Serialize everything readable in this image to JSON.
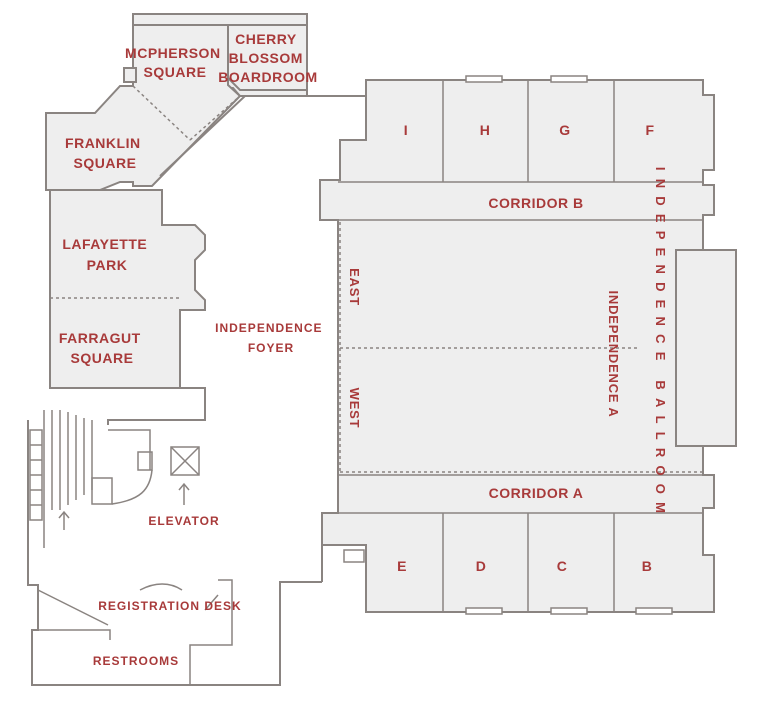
{
  "rooms": {
    "mcpherson": [
      "MCPHERSON",
      "SQUARE"
    ],
    "cherry": [
      "CHERRY",
      "BLOSSOM",
      "BOARDROOM"
    ],
    "franklin": [
      "FRANKLIN",
      "SQUARE"
    ],
    "lafayette": [
      "LAFAYETTE",
      "PARK"
    ],
    "farragut": [
      "FARRAGUT",
      "SQUARE"
    ],
    "foyer": [
      "INDEPENDENCE",
      "FOYER"
    ],
    "i": "I",
    "h": "H",
    "g": "G",
    "f": "F",
    "e": "E",
    "d": "D",
    "c": "C",
    "b": "B",
    "corridor_b": "CORRIDOR B",
    "corridor_a": "CORRIDOR A",
    "east": "EAST",
    "west": "WEST",
    "independence_a": "INDEPENDENCE A",
    "independence_ballroom": "INDEPENDENCE BALLROOM",
    "elevator": "ELEVATOR",
    "registration": "REGISTRATION DESK",
    "restrooms": "RESTROOMS"
  },
  "colors": {
    "label": "#a83a3a",
    "wall": "#8a8481",
    "room_fill": "#eeeeee"
  },
  "icons": [
    "elevator-icon",
    "stairs-icon",
    "up-arrow-icon"
  ]
}
